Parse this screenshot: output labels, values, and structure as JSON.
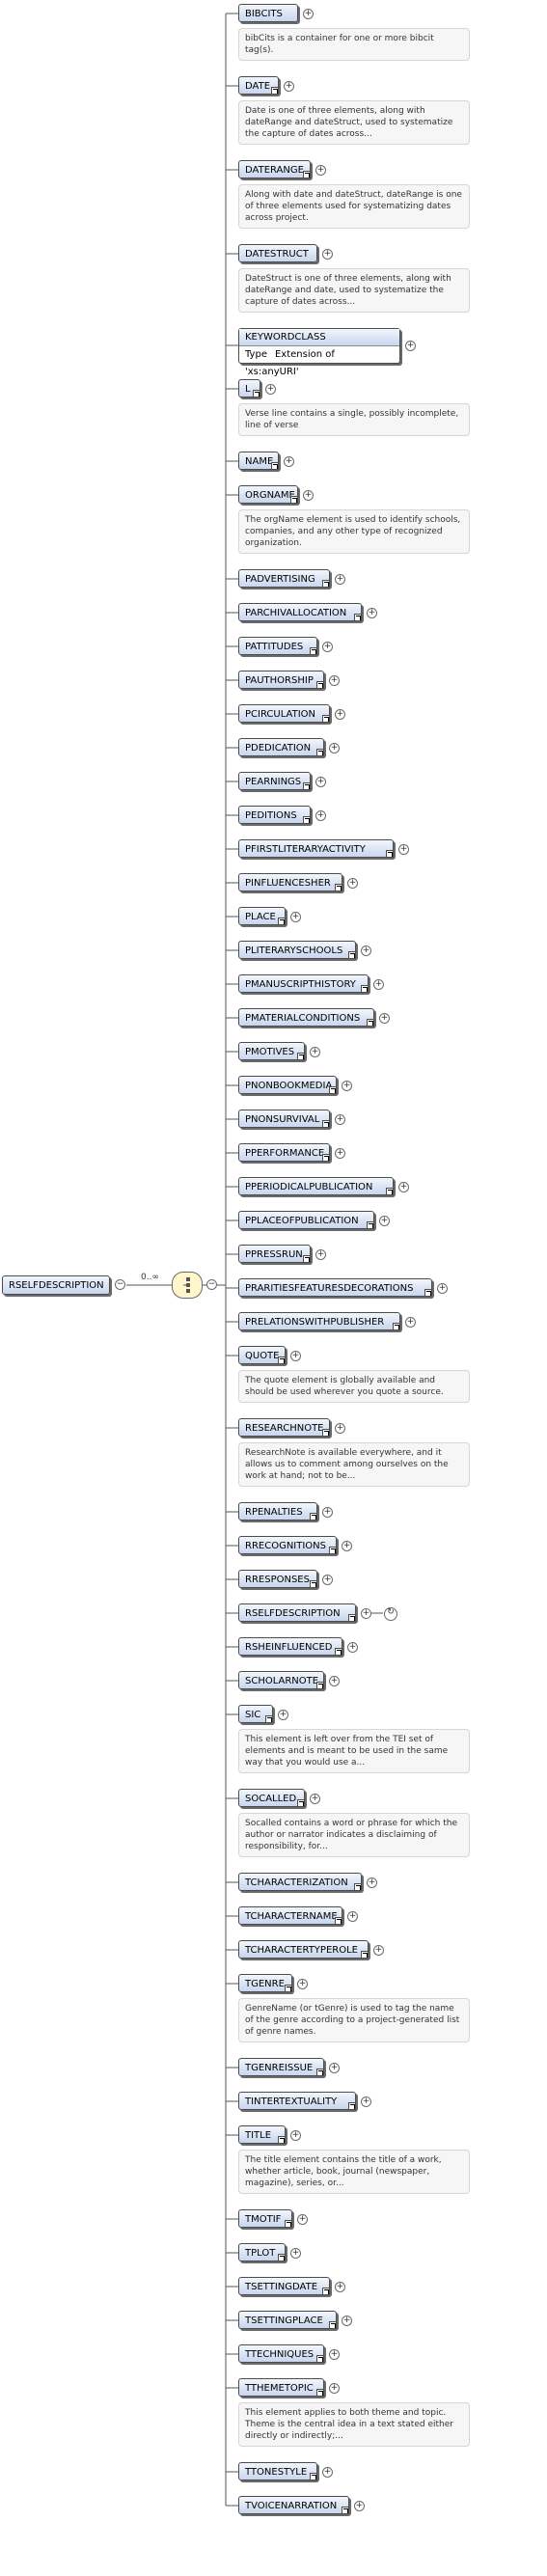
{
  "root": {
    "label": "RSELFDESCRIPTION"
  },
  "root_occurrence": "0..∞",
  "compositor_icon": "choice-compositor-icon",
  "elements": [
    {
      "label": "BIBCITS",
      "ref": false,
      "doc": "bibCits is a container for one or more bibcit tag(s)."
    },
    {
      "label": "DATE",
      "ref": true,
      "doc": "Date is one of three elements, along with dateRange and dateStruct, used to systematize the capture of dates across..."
    },
    {
      "label": "DATERANGE",
      "ref": true,
      "doc": "Along with date and dateStruct, dateRange is one of three elements used for systematizing dates across project."
    },
    {
      "label": "DATESTRUCT",
      "ref": false,
      "doc": "DateStruct is one of three elements, along with dateRange and date, used to systematize the capture of dates across..."
    },
    {
      "label": "KEYWORDCLASS",
      "ref": true,
      "kw": true,
      "type_label": "Type",
      "type_value": "Extension of 'xs:anyURI'"
    },
    {
      "label": "L",
      "ref": true,
      "doc": "Verse line contains a single, possibly incomplete, line of verse"
    },
    {
      "label": "NAME",
      "ref": true
    },
    {
      "label": "ORGNAME",
      "ref": true,
      "doc": "The orgName element is used to identify schools, companies, and any other type of recognized organization."
    },
    {
      "label": "PADVERTISING",
      "ref": true
    },
    {
      "label": "PARCHIVALLOCATION",
      "ref": true
    },
    {
      "label": "PATTITUDES",
      "ref": true
    },
    {
      "label": "PAUTHORSHIP",
      "ref": true
    },
    {
      "label": "PCIRCULATION",
      "ref": true
    },
    {
      "label": "PDEDICATION",
      "ref": true
    },
    {
      "label": "PEARNINGS",
      "ref": true
    },
    {
      "label": "PEDITIONS",
      "ref": true
    },
    {
      "label": "PFIRSTLITERARYACTIVITY",
      "ref": true
    },
    {
      "label": "PINFLUENCESHER",
      "ref": true
    },
    {
      "label": "PLACE",
      "ref": true
    },
    {
      "label": "PLITERARYSCHOOLS",
      "ref": true
    },
    {
      "label": "PMANUSCRIPTHISTORY",
      "ref": true
    },
    {
      "label": "PMATERIALCONDITIONS",
      "ref": true
    },
    {
      "label": "PMOTIVES",
      "ref": true
    },
    {
      "label": "PNONBOOKMEDIA",
      "ref": true
    },
    {
      "label": "PNONSURVIVAL",
      "ref": true
    },
    {
      "label": "PPERFORMANCE",
      "ref": true
    },
    {
      "label": "PPERIODICALPUBLICATION",
      "ref": true
    },
    {
      "label": "PPLACEOFPUBLICATION",
      "ref": true
    },
    {
      "label": "PPRESSRUN",
      "ref": true
    },
    {
      "label": "PRARITIESFEATURESDECORATIONS",
      "ref": true
    },
    {
      "label": "PRELATIONSWITHPUBLISHER",
      "ref": true
    },
    {
      "label": "QUOTE",
      "ref": true,
      "doc": "The quote element is globally available and should be used wherever you quote a source."
    },
    {
      "label": "RESEARCHNOTE",
      "ref": true,
      "doc": "ResearchNote is available everywhere, and it allows us to comment among ourselves on the work at hand; not to be..."
    },
    {
      "label": "RPENALTIES",
      "ref": true
    },
    {
      "label": "RRECOGNITIONS",
      "ref": true
    },
    {
      "label": "RRESPONSES",
      "ref": true
    },
    {
      "label": "RSELFDESCRIPTION",
      "ref": true,
      "recursive": true
    },
    {
      "label": "RSHEINFLUENCED",
      "ref": true
    },
    {
      "label": "SCHOLARNOTE",
      "ref": true
    },
    {
      "label": "SIC",
      "ref": true,
      "doc": "This element is left over from the TEI set of elements and is meant to be used in the same way that you would use a..."
    },
    {
      "label": "SOCALLED",
      "ref": true,
      "doc": "Socalled contains a word or phrase for which the author or narrator indicates a disclaiming of responsibility, for..."
    },
    {
      "label": "TCHARACTERIZATION",
      "ref": true
    },
    {
      "label": "TCHARACTERNAME",
      "ref": true
    },
    {
      "label": "TCHARACTERTYPEROLE",
      "ref": true
    },
    {
      "label": "TGENRE",
      "ref": true,
      "doc": "GenreName (or tGenre) is used to tag the name of the genre according to a project-generated list of genre names."
    },
    {
      "label": "TGENREISSUE",
      "ref": true
    },
    {
      "label": "TINTERTEXTUALITY",
      "ref": true
    },
    {
      "label": "TITLE",
      "ref": true,
      "doc": "The title element contains the title of a work, whether article, book, journal (newspaper, magazine), series, or..."
    },
    {
      "label": "TMOTIF",
      "ref": true
    },
    {
      "label": "TPLOT",
      "ref": true
    },
    {
      "label": "TSETTINGDATE",
      "ref": true
    },
    {
      "label": "TSETTINGPLACE",
      "ref": true
    },
    {
      "label": "TTECHNIQUES",
      "ref": true
    },
    {
      "label": "TTHEMETOPIC",
      "ref": true,
      "doc": "This element applies to both theme and topic. Theme is the central idea in a text stated either directly or indirectly;..."
    },
    {
      "label": "TTONESTYLE",
      "ref": true
    },
    {
      "label": "TVOICENARRATION",
      "ref": true
    }
  ]
}
